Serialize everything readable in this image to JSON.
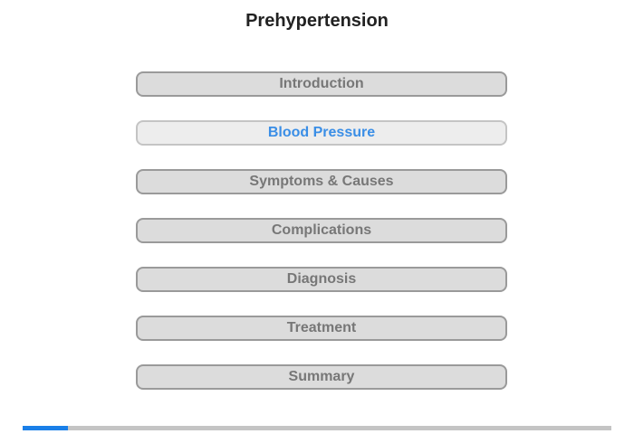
{
  "title": "Prehypertension",
  "menu": {
    "items": [
      {
        "label": "Introduction",
        "active": false
      },
      {
        "label": "Blood Pressure",
        "active": true
      },
      {
        "label": "Symptoms & Causes",
        "active": false
      },
      {
        "label": "Complications",
        "active": false
      },
      {
        "label": "Diagnosis",
        "active": false
      },
      {
        "label": "Treatment",
        "active": false
      },
      {
        "label": "Summary",
        "active": false
      }
    ]
  },
  "progress": {
    "percent": 7.7
  },
  "colors": {
    "active_text": "#3a8ee6",
    "progress_fill": "#1a7fe8",
    "button_bg": "#dcdcdc",
    "button_text": "#777777"
  }
}
